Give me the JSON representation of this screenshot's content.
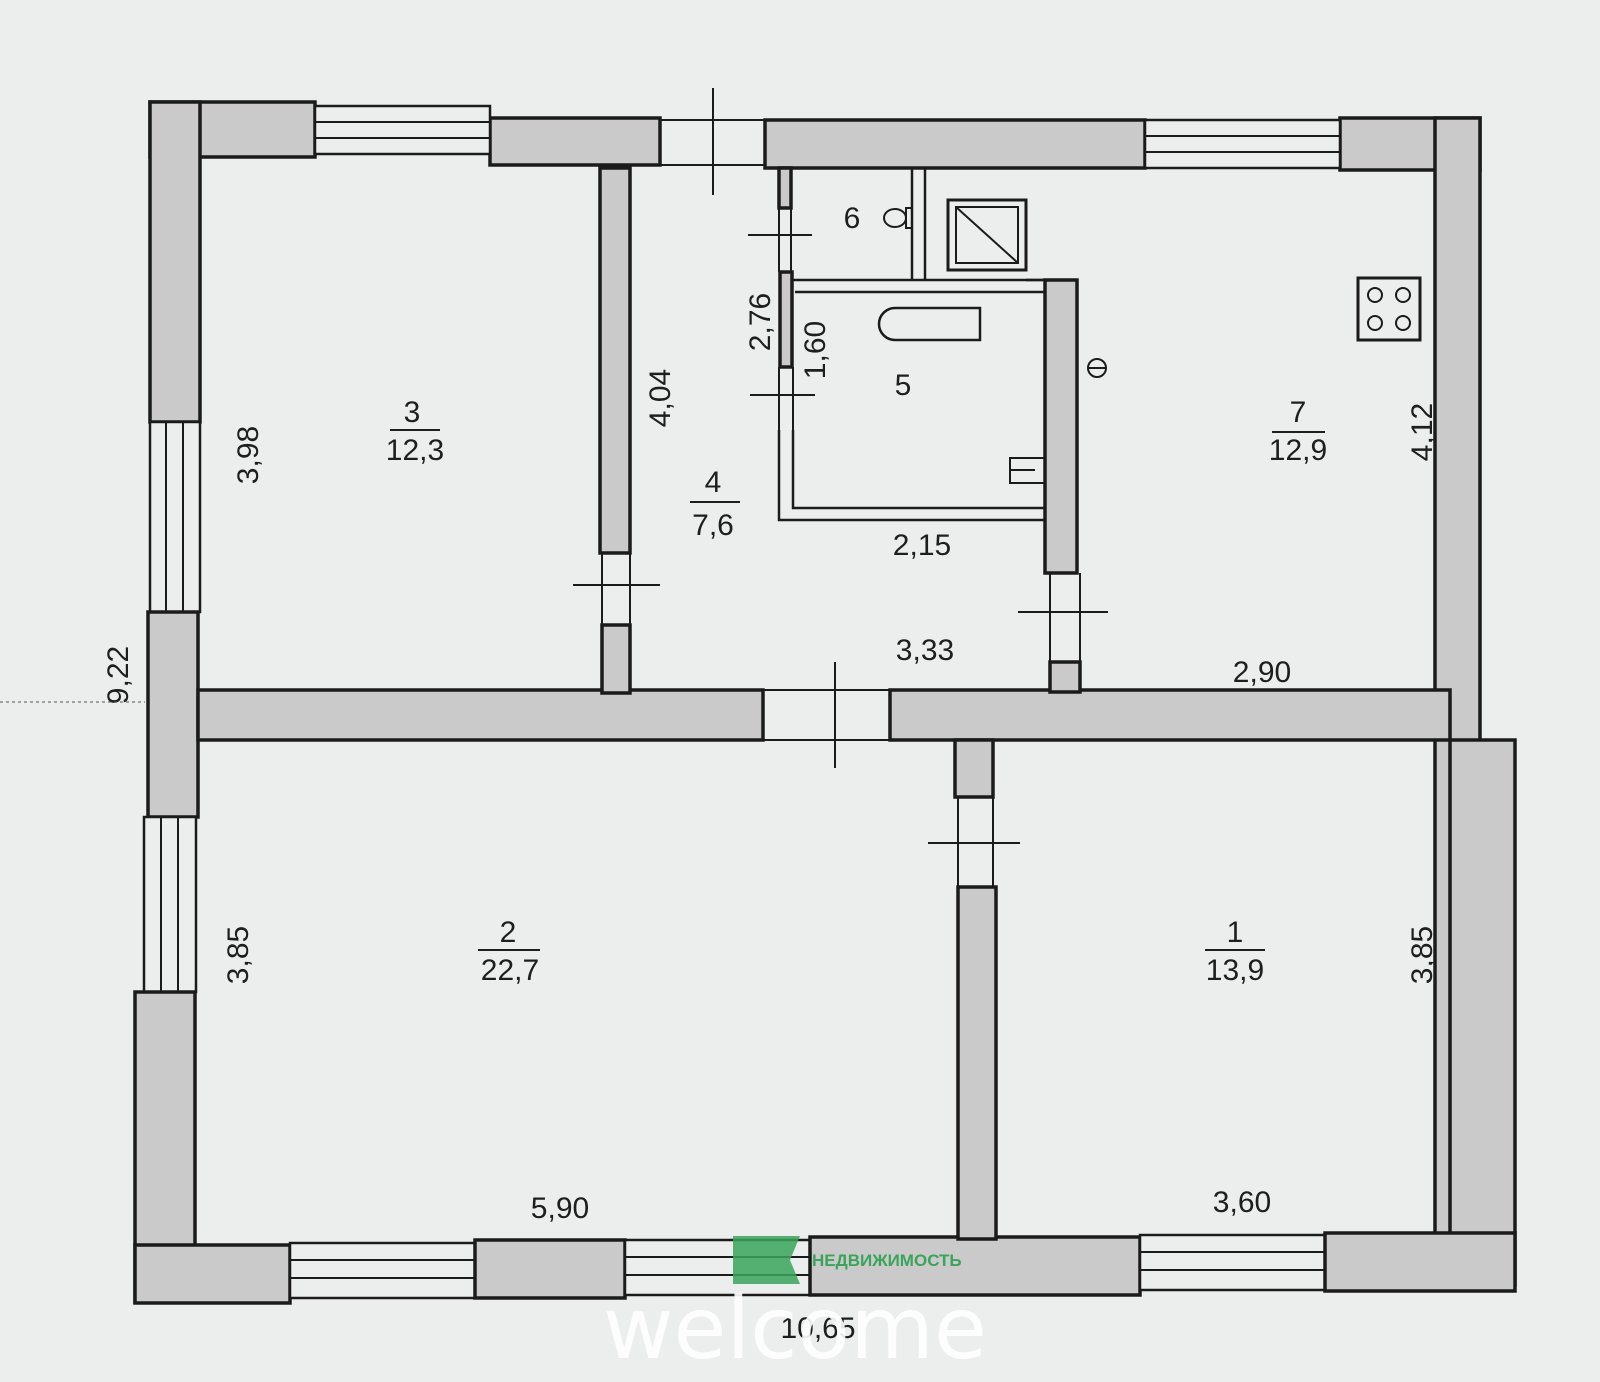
{
  "rooms": [
    {
      "number": "1",
      "area": "13,9"
    },
    {
      "number": "2",
      "area": "22,7"
    },
    {
      "number": "3",
      "area": "12,3"
    },
    {
      "number": "4",
      "area": "7,6"
    },
    {
      "number": "5"
    },
    {
      "number": "6"
    },
    {
      "number": "7",
      "area": "12,9"
    }
  ],
  "dimensions": {
    "room3_height": "3,98",
    "room4_height": "4,04",
    "room5_height_outer": "2,76",
    "room5_height_inner": "1,60",
    "room5_width": "2,15",
    "hall_width": "3,33",
    "room7_width": "2,90",
    "room7_height": "4,12",
    "total_height": "9,22",
    "room2_height": "3,85",
    "room1_height": "3,85",
    "room2_width": "5,90",
    "room1_width": "3,60",
    "total_width": "10,65"
  },
  "watermark": {
    "brand_small": "НЕДВИЖИМОСТЬ",
    "brand_large": "welcome",
    "logo_color": "#3aa55a"
  },
  "icons": [
    "stove-icon",
    "toilet-icon",
    "bathtub-icon",
    "sink-icon",
    "boiler-icon",
    "vent-icon"
  ]
}
